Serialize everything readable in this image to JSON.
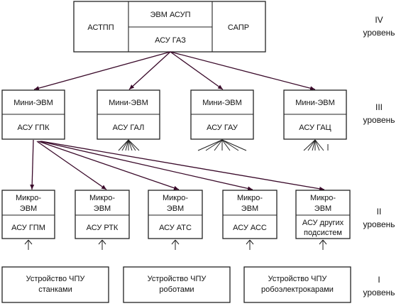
{
  "level4": {
    "left": "АСТПП",
    "center_top": "ЭВМ АСУП",
    "center_bottom": "АСУ ГАЗ",
    "right": "САПР",
    "label_num": "IV",
    "label_word": "уровень"
  },
  "level3": {
    "boxes": [
      {
        "top": "Мини-ЭВМ",
        "bottom": "АСУ ГПК"
      },
      {
        "top": "Мини-ЭВМ",
        "bottom": "АСУ ГАЛ"
      },
      {
        "top": "Мини-ЭВМ",
        "bottom": "АСУ ГАУ"
      },
      {
        "top": "Мини-ЭВМ",
        "bottom": "АСУ ГАЦ"
      }
    ],
    "label_num": "III",
    "label_word": "уровень"
  },
  "level2": {
    "boxes": [
      {
        "top1": "Микро-",
        "top2": "ЭВМ",
        "bottom1": "АСУ ГПМ",
        "bottom2": ""
      },
      {
        "top1": "Микро-",
        "top2": "ЭВМ",
        "bottom1": "АСУ РТК",
        "bottom2": ""
      },
      {
        "top1": "Микро-",
        "top2": "ЭВМ",
        "bottom1": "АСУ АТС",
        "bottom2": ""
      },
      {
        "top1": "Микро-",
        "top2": "ЭВМ",
        "bottom1": "АСУ АСС",
        "bottom2": ""
      },
      {
        "top1": "Микро-",
        "top2": "ЭВМ",
        "bottom1": "АСУ других",
        "bottom2": "подсистем"
      }
    ],
    "label_num": "II",
    "label_word": "уровень"
  },
  "level1": {
    "boxes": [
      {
        "line1": "Устройство ЧПУ",
        "line2": "станками"
      },
      {
        "line1": "Устройство ЧПУ",
        "line2": "роботами"
      },
      {
        "line1": "Устройство ЧПУ",
        "line2": "робоэлектрокарами"
      }
    ],
    "label_num": "I",
    "label_word": "уровень"
  }
}
